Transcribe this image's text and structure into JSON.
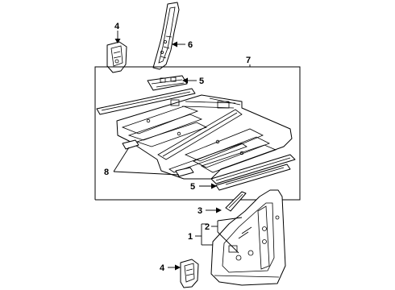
{
  "callouts": {
    "c4_top": "4",
    "c6": "6",
    "c7": "7",
    "c5_top": "5",
    "c8": "8",
    "c5_bottom": "5",
    "c3": "3",
    "c2": "2",
    "c1": "1",
    "c4_bottom": "4"
  }
}
